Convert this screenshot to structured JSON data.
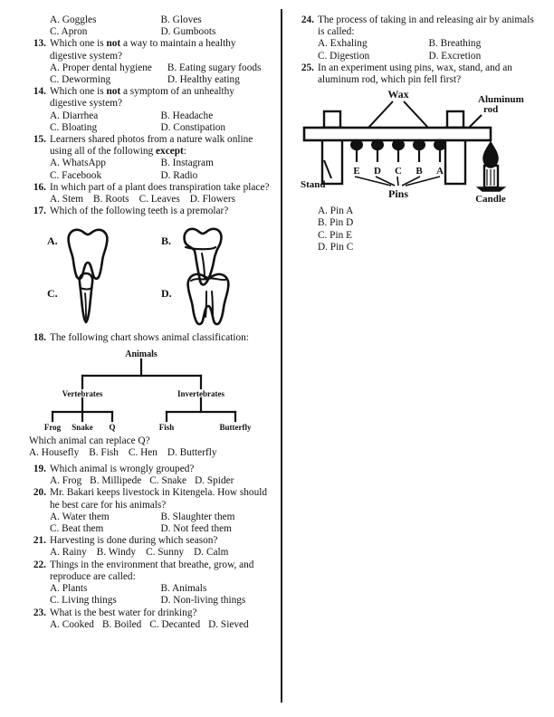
{
  "document": {
    "type": "exam-question-paper",
    "divider": true
  },
  "left_column": {
    "q12_options": {
      "a": "A. Goggles",
      "b": "B. Gloves",
      "c": "C. Apron",
      "d": "D. Gumboots"
    },
    "q13": {
      "number": "13.",
      "stem_before": "Which one is ",
      "stem_bold": "not",
      "stem_after": " a way to maintain a healthy digestive system?",
      "a": "A. Proper dental hygiene",
      "b": "B. Eating sugary foods",
      "c": "C. Deworming",
      "d": "D. Healthy eating"
    },
    "q14": {
      "number": "14.",
      "stem_before": "Which one is ",
      "stem_bold": "not",
      "stem_after": " a symptom of an unhealthy digestive system?",
      "a": "A. Diarrhea",
      "b": "B. Headache",
      "c": "C. Bloating",
      "d": "D. Constipation"
    },
    "q15": {
      "number": "15.",
      "stem_before": "Learners shared photos from a nature walk online using all of the following ",
      "stem_bold": "except",
      "stem_after": ":",
      "a": "A. WhatsApp",
      "b": "B. Instagram",
      "c": "C. Facebook",
      "d": "D. Radio"
    },
    "q16": {
      "number": "16.",
      "stem": "In which part of a plant does transpiration take place?",
      "a": "A. Stem",
      "b": "B. Roots",
      "c": "C. Leaves",
      "d": "D. Flowers"
    },
    "q17": {
      "number": "17.",
      "stem": "Which of the following teeth is a premolar?",
      "figure": {
        "name": "teeth-diagram",
        "labels": {
          "a": "A.",
          "b": "B.",
          "c": "C.",
          "d": "D."
        },
        "teeth": [
          {
            "label": "A.",
            "kind": "molar-two-roots"
          },
          {
            "label": "B.",
            "kind": "premolar-single-root"
          },
          {
            "label": "C.",
            "kind": "incisor-narrow"
          },
          {
            "label": "D.",
            "kind": "molar-multi-root"
          }
        ]
      }
    },
    "q18": {
      "number": "18.",
      "stem": "The following chart shows animal classification:",
      "figure": {
        "name": "animal-classification-chart",
        "root": "Animals",
        "branches": [
          {
            "label": "Vertebrates",
            "children": [
              "Frog",
              "Snake",
              "Q"
            ]
          },
          {
            "label": "Invertebrates",
            "children": [
              "Fish",
              "Butterfly"
            ]
          }
        ]
      },
      "follow_up": "Which animal can replace Q?",
      "a": "A. Housefly",
      "b": "B. Fish",
      "c": "C. Hen",
      "d": "D. Butterfly"
    },
    "q19": {
      "number": "19.",
      "stem": "Which animal is wrongly grouped?",
      "a": "A. Frog",
      "b": "B. Millipede",
      "c": "C. Snake",
      "d": "D. Spider"
    },
    "q20": {
      "number": "20.",
      "stem": "Mr. Bakari keeps livestock in Kitengela. How should he best care for his animals?",
      "a": "A. Water them",
      "b": "B. Slaughter them",
      "c": "C. Beat them",
      "d": "D. Not feed them"
    },
    "q21": {
      "number": "21.",
      "stem": "Harvesting is done during which season?",
      "a": "A. Rainy",
      "b": "B. Windy",
      "c": "C. Sunny",
      "d": "D. Calm"
    },
    "q22": {
      "number": "22.",
      "stem": "Things in the environment that breathe, grow, and reproduce are called:",
      "a": "A. Plants",
      "b": "B. Animals",
      "c": "C. Living things",
      "d": "D. Non-living things"
    },
    "q23": {
      "number": "23.",
      "stem": "What is the best water for drinking?",
      "a": "A. Cooked",
      "b": "B. Boiled",
      "c": "C. Decanted",
      "d": "D. Sieved"
    }
  },
  "right_column": {
    "q24": {
      "number": "24.",
      "stem": "The process of taking in and releasing air by animals is called:",
      "a": "A. Exhaling",
      "b": "B. Breathing",
      "c": "C. Digestion",
      "d": "D. Excretion"
    },
    "q25": {
      "number": "25.",
      "stem": "In an experiment using pins, wax, stand, and an aluminum rod, which pin fell first?",
      "figure": {
        "name": "heat-conduction-experiment-diagram",
        "labels": {
          "wax": "Wax",
          "aluminum_rod_line1": "Aluminum",
          "aluminum_rod_line2": "rod",
          "stand": "Stand",
          "pins": "Pins",
          "candle": "Candle"
        },
        "pin_labels": [
          "E",
          "D",
          "C",
          "B",
          "A"
        ]
      },
      "a": "A. Pin A",
      "b": "B. Pin D",
      "c": "C. Pin E",
      "d": "D. Pin C"
    }
  }
}
